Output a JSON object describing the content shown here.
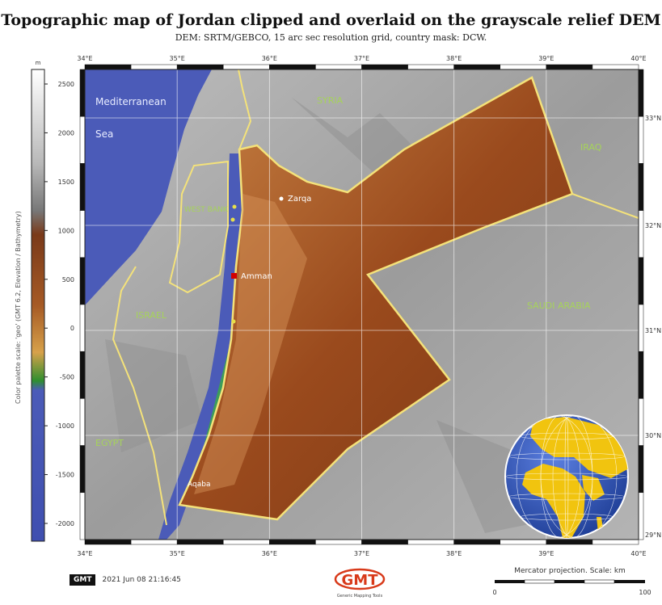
{
  "map": {
    "title": "Topographic map of Jordan clipped and overlaid on the grayscale relief DEM",
    "subtitle": "DEM: SRTM/GEBCO, 15 arc sec resolution grid, country mask: DCW.",
    "colorbar_label": "Color palette scale: 'geo' (GMT 6.2, Elevation / Bathymetry)",
    "colorbar_ticks": [
      "2500",
      "2000",
      "1500",
      "1000",
      "500",
      "0",
      "-500",
      "-1000",
      "-1500",
      "-2000"
    ],
    "colorbar_top_label": "m",
    "lon_ticks": [
      "34°E",
      "35°E",
      "36°E",
      "37°E",
      "38°E",
      "39°E",
      "40°E"
    ],
    "lat_ticks": [
      "33°N",
      "32°N",
      "31°N",
      "30°N",
      "29°N"
    ],
    "labels": {
      "mediterranean": "Mediterranean",
      "sea": "Sea",
      "amman": "Amman",
      "zarqa": "Zarqa",
      "syria": "SYRIA",
      "iraq": "IRAQ",
      "israel": "ISRAEL",
      "saudi": "SAUDI ARABIA",
      "egypt": "EGYPT",
      "westbank": "WEST BANK",
      "aqaba": "Aqaba"
    },
    "colors": {
      "sea": "#4b5bb8",
      "jordan_low": "#8a3a14",
      "jordan_high": "#c2763a",
      "border": "#f4e27a",
      "relief": "#a8a8a8",
      "globe_ocean": "#2f54b5",
      "globe_land": "#f1c40f"
    }
  },
  "footer": {
    "gmt_badge": "GMT",
    "timestamp": "2021 Jun 08 21:16:45",
    "projection": "Mercator projection. Scale: km",
    "scale_start": "0",
    "scale_end": "100",
    "logo_text": "GMT",
    "logo_caption": "Generic Mapping Tools"
  }
}
